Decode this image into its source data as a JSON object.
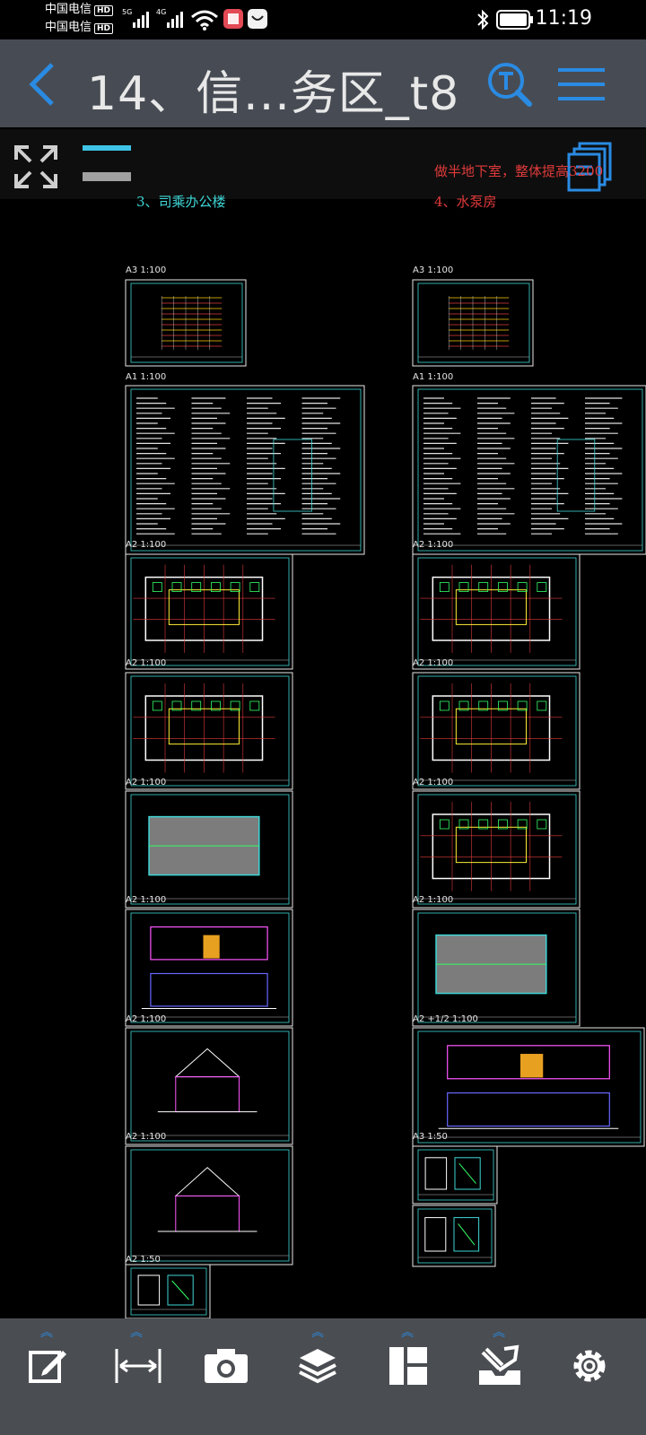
{
  "status_bar": {
    "carrier_1": "中国电信",
    "carrier_2": "中国电信",
    "hd_badge": "HD",
    "net_5g": "5G",
    "net_4g": "4G",
    "time": "11:19"
  },
  "nav": {
    "title": "14、信...务区_t8",
    "back_icon": "chevron-left-icon",
    "search_icon": "text-search-icon",
    "menu_icon": "hamburger-menu-icon"
  },
  "drawing": {
    "note_left": "3、司乘办公楼",
    "note_right_top": "做半地下室，整体提高3200",
    "note_right": "4、水泵房",
    "sheets_left": [
      {
        "label": "A3  1:100"
      },
      {
        "label": "A1  1:100"
      },
      {
        "label": "A2  1:100"
      },
      {
        "label": "A2  1:100"
      },
      {
        "label": "A2  1:100"
      },
      {
        "label": "A2  1:100"
      },
      {
        "label": "A2  1:100"
      },
      {
        "label": "A2  1:100"
      },
      {
        "label": "A2  1:50"
      }
    ],
    "sheets_right": [
      {
        "label": "A3  1:100"
      },
      {
        "label": "A1  1:100"
      },
      {
        "label": "A2  1:100"
      },
      {
        "label": "A2  1:100"
      },
      {
        "label": "A2  1:100"
      },
      {
        "label": "A2  1:100"
      },
      {
        "label": "A2 +1/2  1:100"
      },
      {
        "label": "A3  1:50"
      }
    ]
  },
  "toolbar": {
    "items": [
      {
        "name": "annotate",
        "icon": "edit-note-icon"
      },
      {
        "name": "measure",
        "icon": "measure-distance-icon"
      },
      {
        "name": "screenshot",
        "icon": "camera-icon"
      },
      {
        "name": "layers",
        "icon": "layers-icon"
      },
      {
        "name": "layout",
        "icon": "layout-icon"
      },
      {
        "name": "tools",
        "icon": "tools-icon"
      },
      {
        "name": "settings",
        "icon": "gear-icon"
      }
    ]
  },
  "colors": {
    "nav_bg": "#474c54",
    "accent": "#2a8be3",
    "cad_cyan": "#3fd6d6",
    "cad_red": "#e03a3a"
  }
}
